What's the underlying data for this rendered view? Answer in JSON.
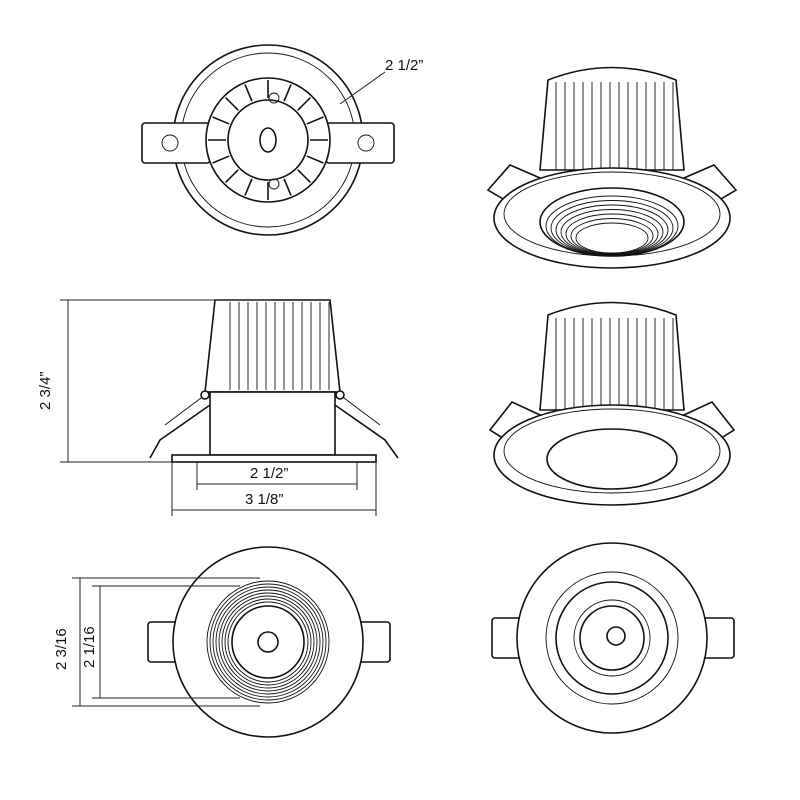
{
  "drawing": {
    "top_view_diameter": "2 1/2”",
    "side_height": "2 3/4”",
    "side_inner_width": "2 1/2”",
    "side_flange_width": "3 1/8”",
    "front_outer_height": "2 3/16",
    "front_inner_height": "2 1/16"
  }
}
